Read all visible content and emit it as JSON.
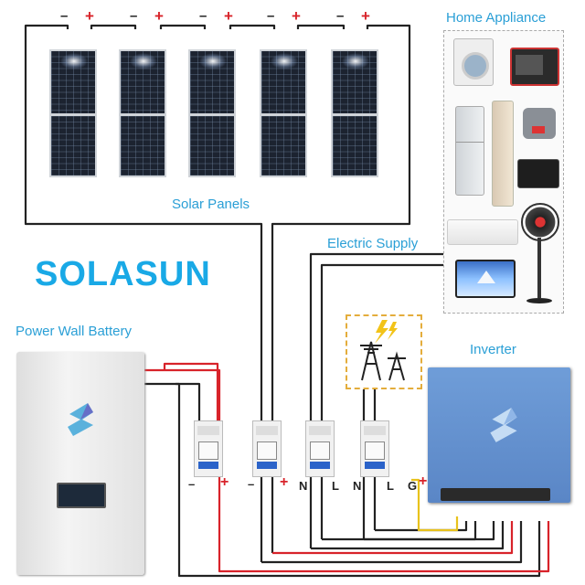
{
  "labels": {
    "solar_panels": "Solar Panels",
    "home_appliance": "Home Appliance",
    "electric_supply": "Electric Supply",
    "brand": "SOLASUN",
    "power_wall_battery": "Power Wall Battery",
    "inverter": "Inverter"
  },
  "panel_polarity": [
    "–",
    "+",
    "–",
    "+",
    "–",
    "+",
    "–",
    "+",
    "–",
    "+"
  ],
  "terminals": {
    "battery_neg": "–",
    "battery_pos": "+",
    "solar_neg": "–",
    "solar_pos": "+",
    "n1": "N",
    "l1": "L",
    "n2": "N",
    "l2": "L",
    "g": "G",
    "inv_pos": "+"
  },
  "colors": {
    "label_blue": "#2a9fd6",
    "brand_blue": "#19a9e6",
    "wire_red": "#d8232a",
    "wire_black": "#222222",
    "wire_yellow": "#e8c21c",
    "grid_dash": "#e4ad3c",
    "inverter_blue": "#6f9dd8"
  },
  "icons": [
    "solar-panel-icon",
    "washing-machine-icon",
    "oven-icon",
    "fridge-icon",
    "air-purifier-icon",
    "rice-cooker-icon",
    "microwave-icon",
    "air-conditioner-icon",
    "fan-icon",
    "tv-icon",
    "power-tower-icon",
    "battery-icon",
    "inverter-icon",
    "breaker-icon",
    "brand-logo-icon"
  ]
}
